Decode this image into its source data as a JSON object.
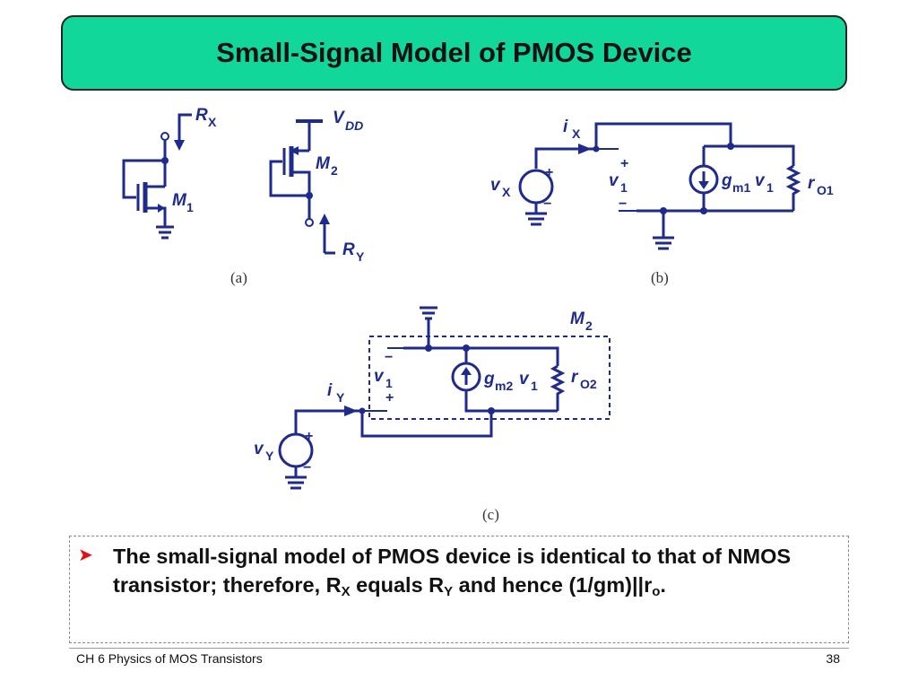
{
  "slide": {
    "title": "Small-Signal Model of PMOS Device"
  },
  "figure": {
    "a": {
      "caption": "(a)",
      "labels": {
        "rx": "R",
        "rx_sub": "X",
        "m1": "M",
        "m1_sub": "1"
      }
    },
    "a2": {
      "labels": {
        "vdd": "V",
        "vdd_sub": "DD",
        "m2": "M",
        "m2_sub": "2",
        "ry": "R",
        "ry_sub": "Y"
      }
    },
    "b": {
      "caption": "(b)",
      "labels": {
        "ix": "i",
        "ix_sub": "X",
        "vx": "v",
        "vx_sub": "X",
        "v1": "v",
        "v1_sub": "1",
        "gm": "g",
        "gm_sub": "m1",
        "gm_v": "v",
        "gm_v_sub": "1",
        "ro": "r",
        "ro_sub": "O1",
        "plus": "+",
        "minus": "−"
      }
    },
    "c": {
      "caption": "(c)",
      "labels": {
        "m2": "M",
        "m2_sub": "2",
        "iy": "i",
        "iy_sub": "Y",
        "vy": "v",
        "vy_sub": "Y",
        "v1": "v",
        "v1_sub": "1",
        "gm": "g",
        "gm_sub": "m2",
        "gm_v": "v",
        "gm_v_sub": "1",
        "ro": "r",
        "ro_sub": "O2",
        "plus": "+",
        "minus": "−"
      }
    }
  },
  "bullet": {
    "text_1": "The small-signal model of PMOS device is identical to that of NMOS transistor; therefore, R",
    "sub_x": "X",
    "text_2": " equals R",
    "sub_y": "Y",
    "text_3": " and hence (1/gm)||r",
    "sub_o": "o",
    "text_4": "."
  },
  "footer": {
    "chapter": "CH 6  Physics of MOS Transistors",
    "page": "38"
  },
  "colors": {
    "title_bg": "#12d79b",
    "circuit": "#1e2a8c",
    "bullet_arrow": "#e01010"
  }
}
